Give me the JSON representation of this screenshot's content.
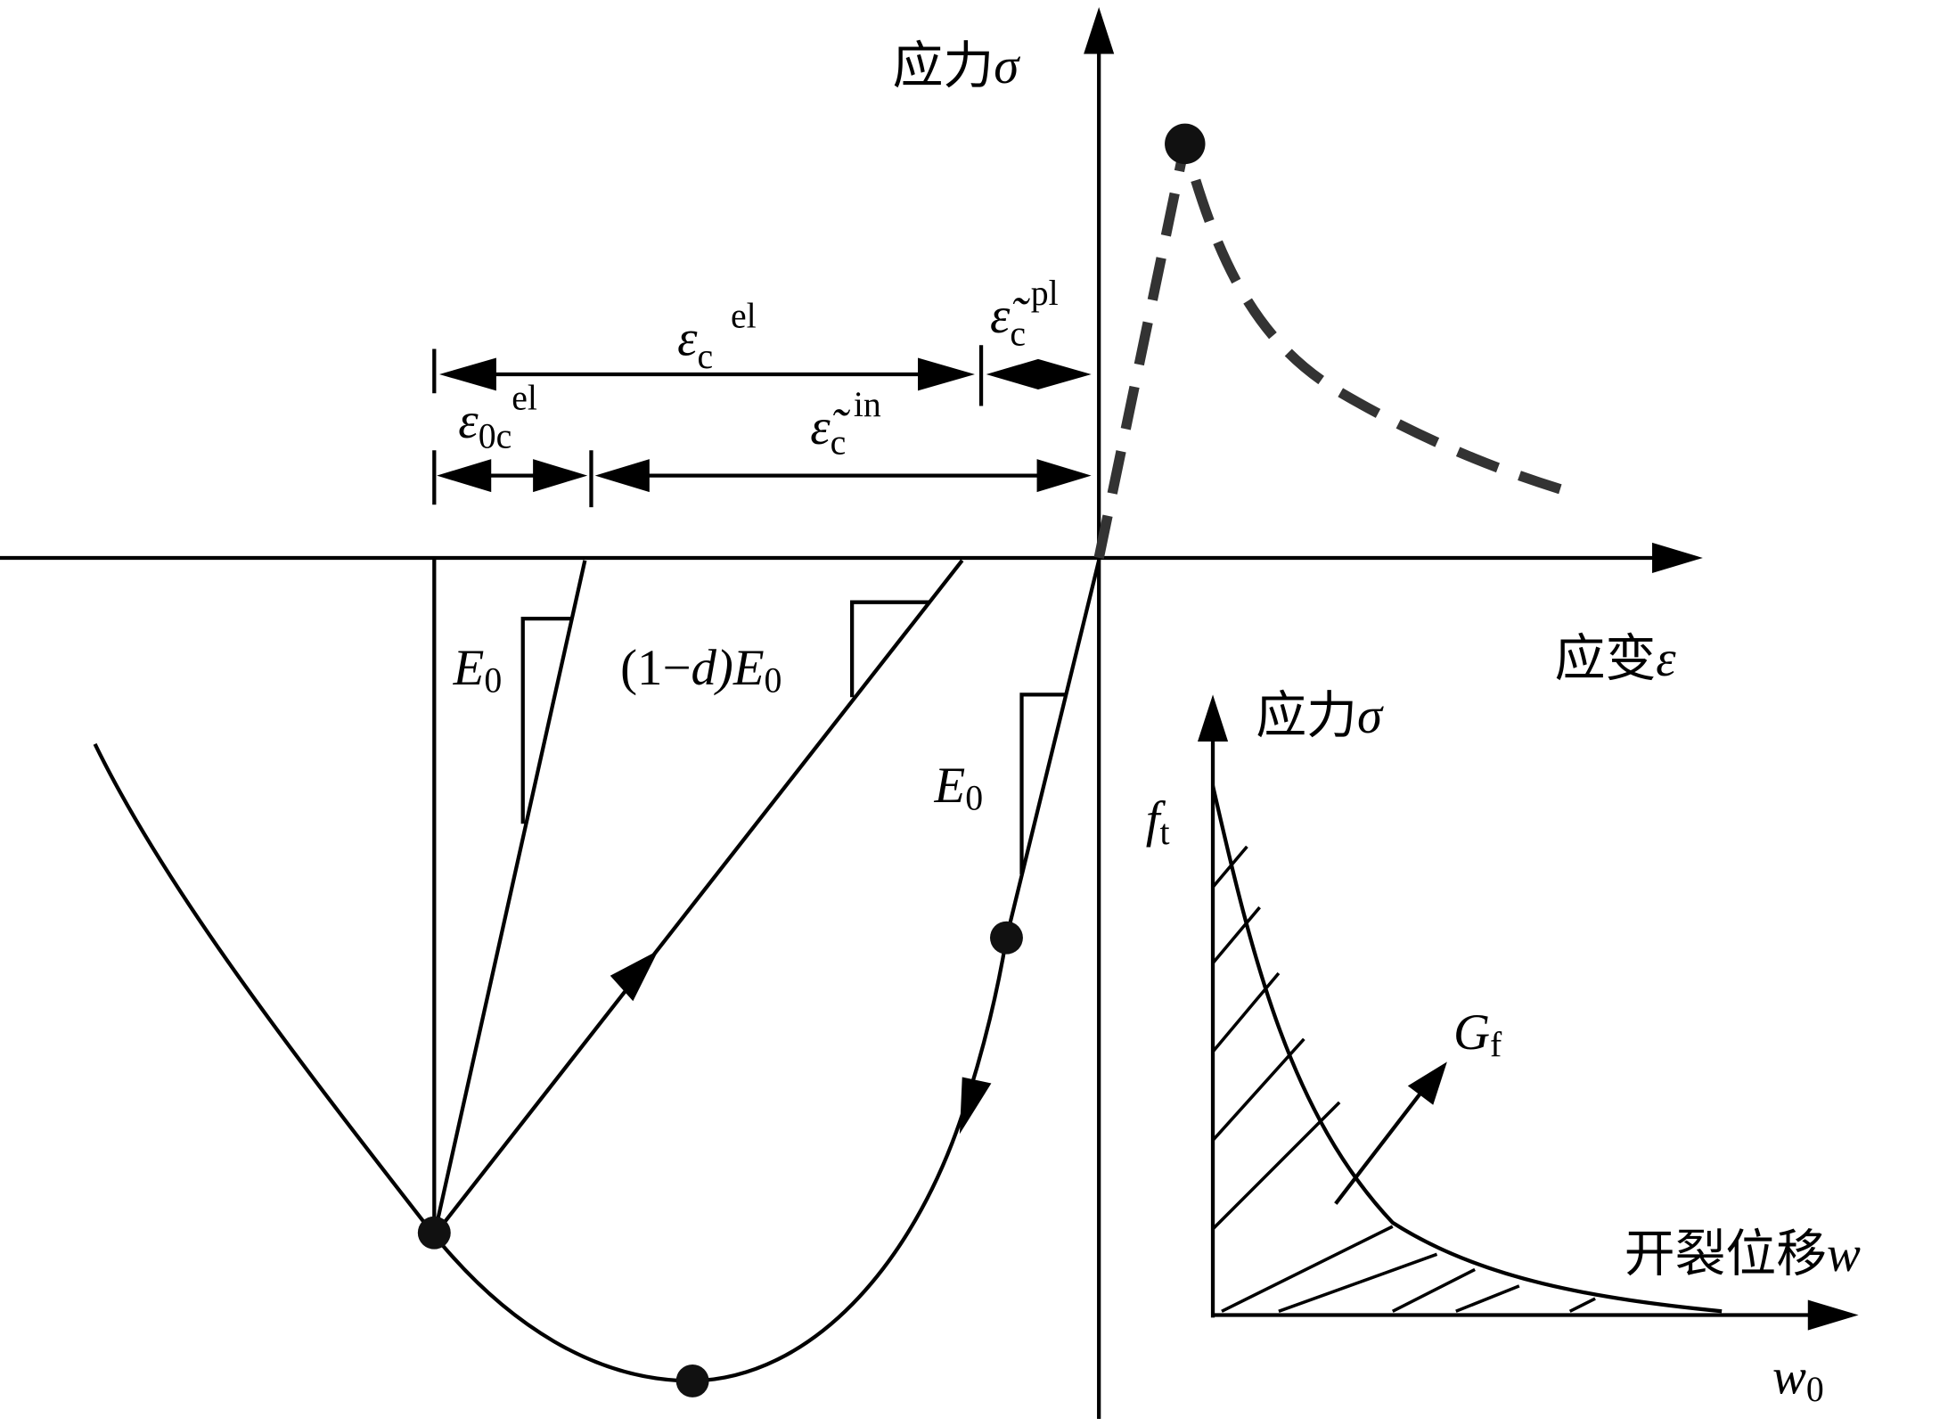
{
  "main_axes": {
    "y_label": "应力",
    "y_symbol": "σ",
    "x_label": "应变",
    "x_symbol": "ε"
  },
  "dimensions": {
    "elastic_strain": {
      "base": "ε",
      "sub": "c",
      "sup": "el"
    },
    "plastic_strain": {
      "base": "ε̃",
      "sub": "c",
      "sup": "pl"
    },
    "initial_elastic_strain": {
      "base": "ε",
      "sub": "0c",
      "sup": "el"
    },
    "inelastic_strain": {
      "base": "ε̃",
      "sub": "c",
      "sup": "in"
    }
  },
  "slopes": {
    "initial": {
      "base": "E",
      "sub": "0"
    },
    "damaged": {
      "prefix": "(1−",
      "d": "d",
      "mid": ")E",
      "sub": "0"
    },
    "reload": {
      "base": "E",
      "sub": "0"
    }
  },
  "inset": {
    "y_label": "应力",
    "y_symbol": "σ",
    "x_label": "开裂位移",
    "x_symbol": "w",
    "peak": {
      "base": "f",
      "sub": "t"
    },
    "energy": {
      "base": "G",
      "sub": "f"
    },
    "end": {
      "base": "w",
      "sub": "0"
    }
  },
  "colors": {
    "line": "#000000",
    "dashed": "#333333"
  }
}
